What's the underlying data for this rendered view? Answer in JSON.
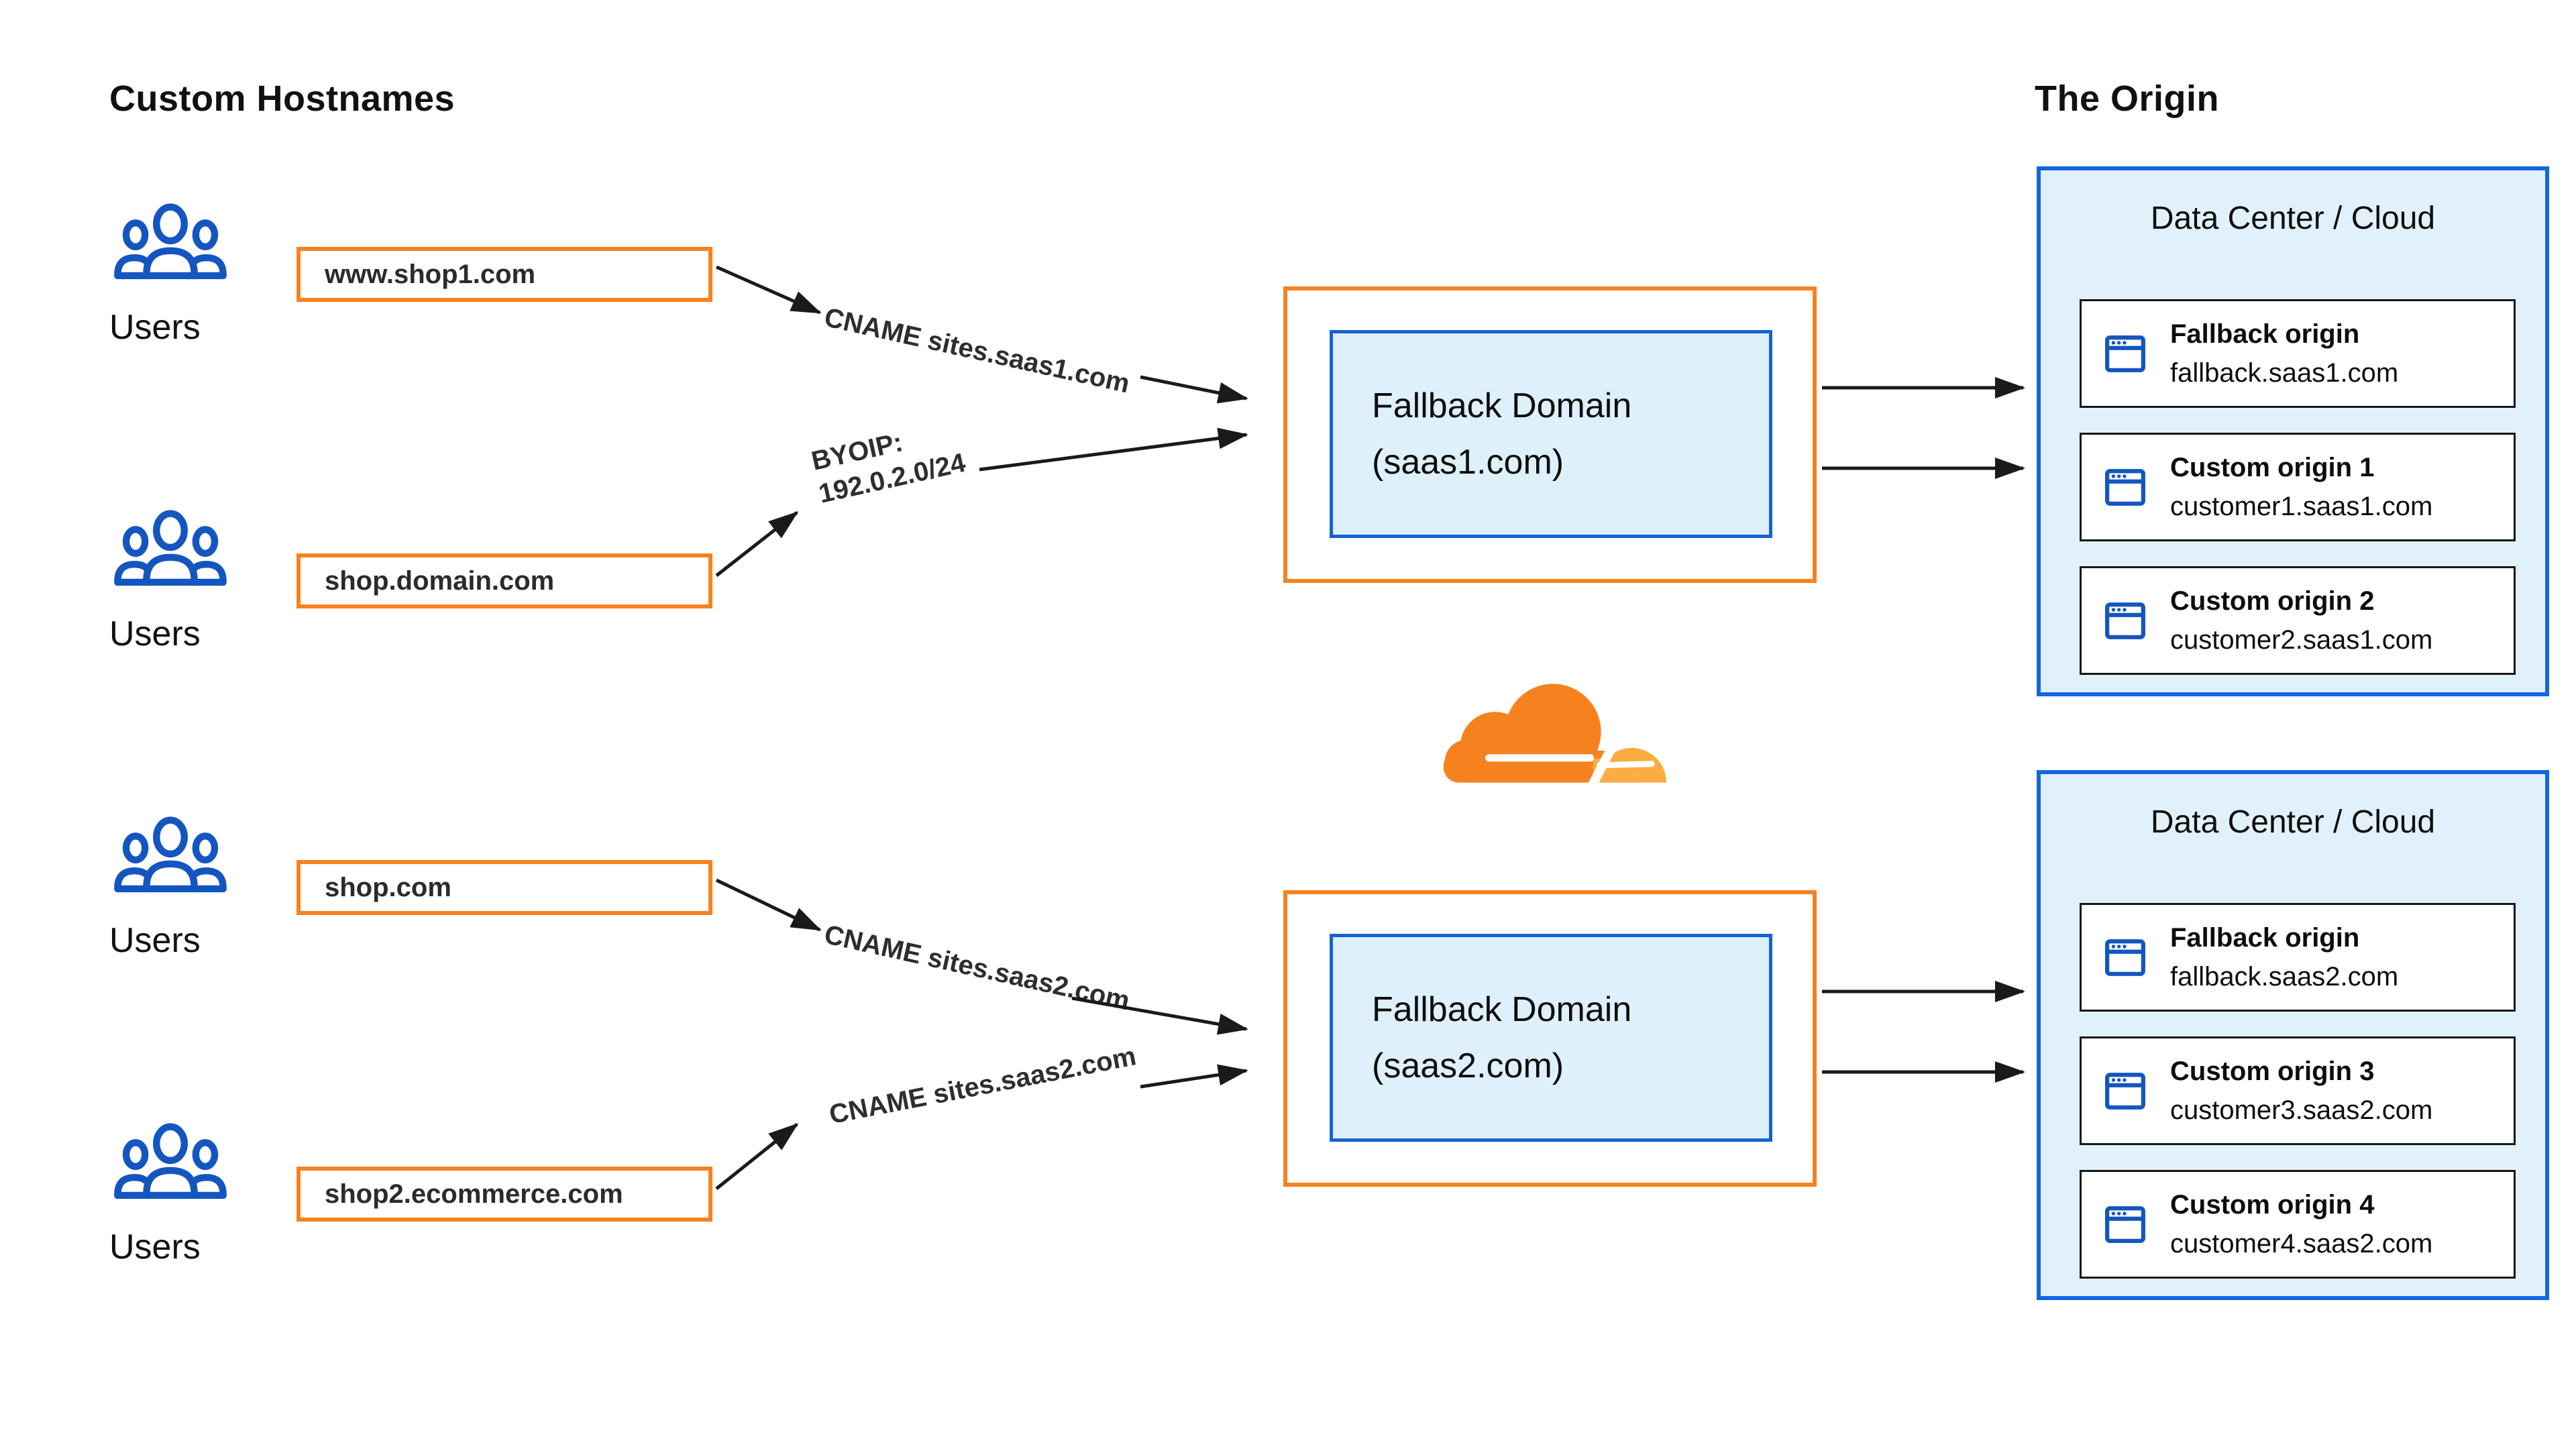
{
  "headings": {
    "left": "Custom Hostnames",
    "right": "The Origin"
  },
  "colors": {
    "orange": "#F6821F",
    "light_orange": "#FBAD41",
    "icon_blue": "#1456C0",
    "border_blue": "#1563D2",
    "datacenter_border_blue": "#1266E3",
    "datacenter_fill": "#E1F1FB",
    "fallback_fill": "#DEF0FB",
    "arrow_black": "#1A1A1A"
  },
  "user_groups": [
    {
      "label": "Users",
      "hostname": "www.shop1.com"
    },
    {
      "label": "Users",
      "hostname": "shop.domain.com"
    },
    {
      "label": "Users",
      "hostname": "shop.com"
    },
    {
      "label": "Users",
      "hostname": "shop2.ecommerce.com"
    }
  ],
  "routes": {
    "cname_saas1": "CNAME sites.saas1.com",
    "byoip_line1": "BYOIP:",
    "byoip_line2": "192.0.2.0/24",
    "cname_saas2_a": "CNAME sites.saas2.com",
    "cname_saas2_b": "CNAME sites.saas2.com"
  },
  "fallback_domains": [
    {
      "line1": "Fallback Domain",
      "line2": "(saas1.com)"
    },
    {
      "line1": "Fallback Domain",
      "line2": "(saas2.com)"
    }
  ],
  "logo": {
    "name": "cloudflare-logo"
  },
  "data_centers": [
    {
      "title": "Data Center / Cloud",
      "origins": [
        {
          "title": "Fallback origin",
          "host": "fallback.saas1.com"
        },
        {
          "title": "Custom origin 1",
          "host": "customer1.saas1.com"
        },
        {
          "title": "Custom origin 2",
          "host": "customer2.saas1.com"
        }
      ]
    },
    {
      "title": "Data Center / Cloud",
      "origins": [
        {
          "title": "Fallback origin",
          "host": "fallback.saas2.com"
        },
        {
          "title": "Custom origin 3",
          "host": "customer3.saas2.com"
        },
        {
          "title": "Custom origin 4",
          "host": "customer4.saas2.com"
        }
      ]
    }
  ]
}
